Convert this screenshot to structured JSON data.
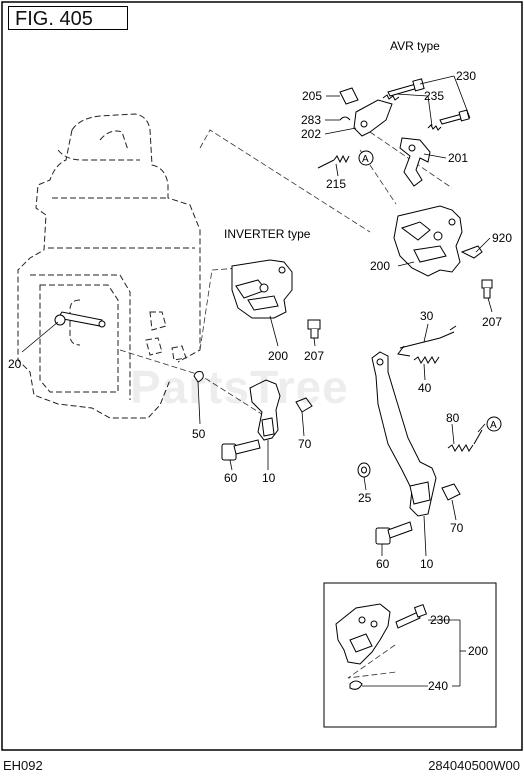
{
  "figure_label": "FIG. 405",
  "footer_left": "EH092",
  "footer_right": "284040500W00",
  "watermark": "PartsTree",
  "section_titles": {
    "avr": "AVR type",
    "inverter": "INVERTER type"
  },
  "callouts": {
    "c205": "205",
    "c230a": "230",
    "c235": "235",
    "c283": "283",
    "c202": "202",
    "cA1": "A",
    "c201": "201",
    "c215": "215",
    "c920": "920",
    "c200a": "200",
    "c207a": "207",
    "c200b": "200",
    "c207b": "207",
    "c20": "20",
    "c30": "30",
    "c40": "40",
    "c80": "80",
    "cA2": "A",
    "c50": "50",
    "c70a": "70",
    "c60a": "60",
    "c10a": "10",
    "c25": "25",
    "c70b": "70",
    "c60b": "60",
    "c10b": "10",
    "c230b": "230",
    "c200c": "200",
    "c240": "240"
  }
}
